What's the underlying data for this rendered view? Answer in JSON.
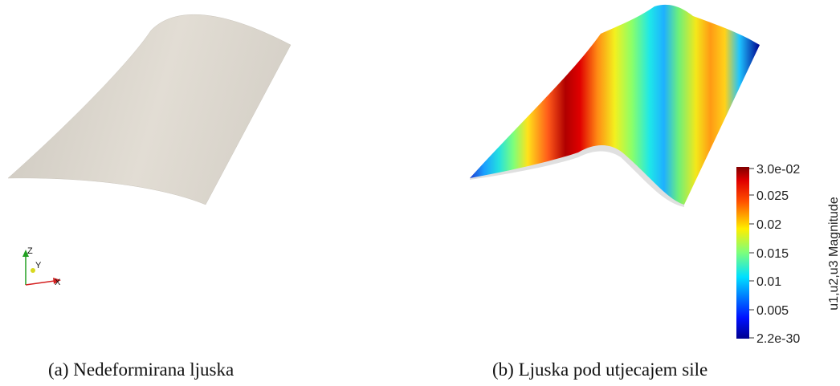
{
  "panel_a": {
    "caption": "(a) Nedeformirana ljuska",
    "axes": {
      "z": "Z",
      "y": "Y",
      "x": "X"
    },
    "colors": {
      "surface": "#ddd8cf",
      "x_axis": "#d42020",
      "y_axis": "#d8d820",
      "z_axis": "#22a022"
    }
  },
  "panel_b": {
    "caption": "(b) Ljuska pod utjecajem sile",
    "colorbar": {
      "title": "u1,u2,u3 Magnitude",
      "max_label": "3.0e-02",
      "min_label": "2.2e-30",
      "ticks": [
        "0.025",
        "0.02",
        "0.015",
        "0.01",
        "0.005"
      ],
      "colormap": "jet"
    }
  }
}
